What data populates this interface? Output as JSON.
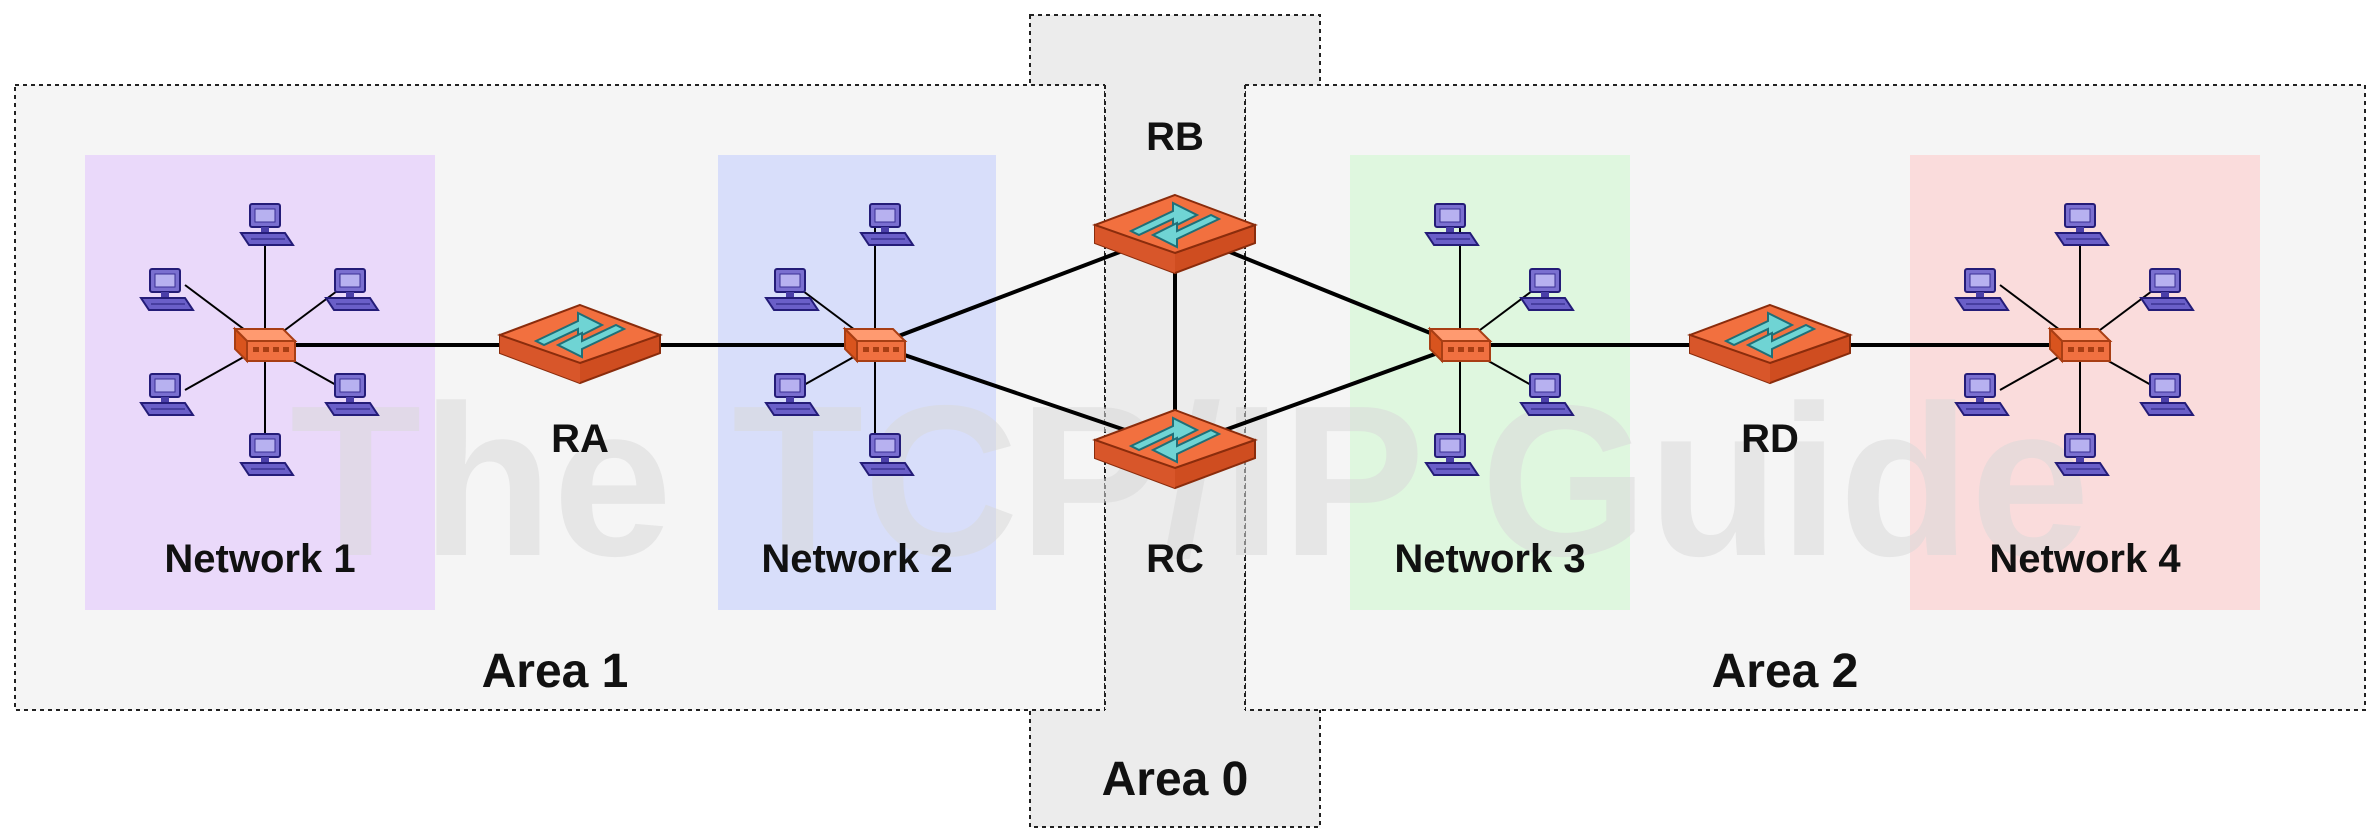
{
  "watermark": "The TCP/IP Guide",
  "areas": {
    "area1": "Area 1",
    "area2": "Area 2",
    "area0": "Area 0"
  },
  "networks": {
    "n1": "Network 1",
    "n2": "Network 2",
    "n3": "Network 3",
    "n4": "Network 4"
  },
  "routers": {
    "ra": "RA",
    "rb": "RB",
    "rc": "RC",
    "rd": "RD"
  },
  "colors": {
    "network1": "#ead9fa",
    "network2": "#d8defa",
    "network3": "#dff7df",
    "network4": "#fadcdc",
    "router": "#f26a3c",
    "link": "#000000"
  }
}
